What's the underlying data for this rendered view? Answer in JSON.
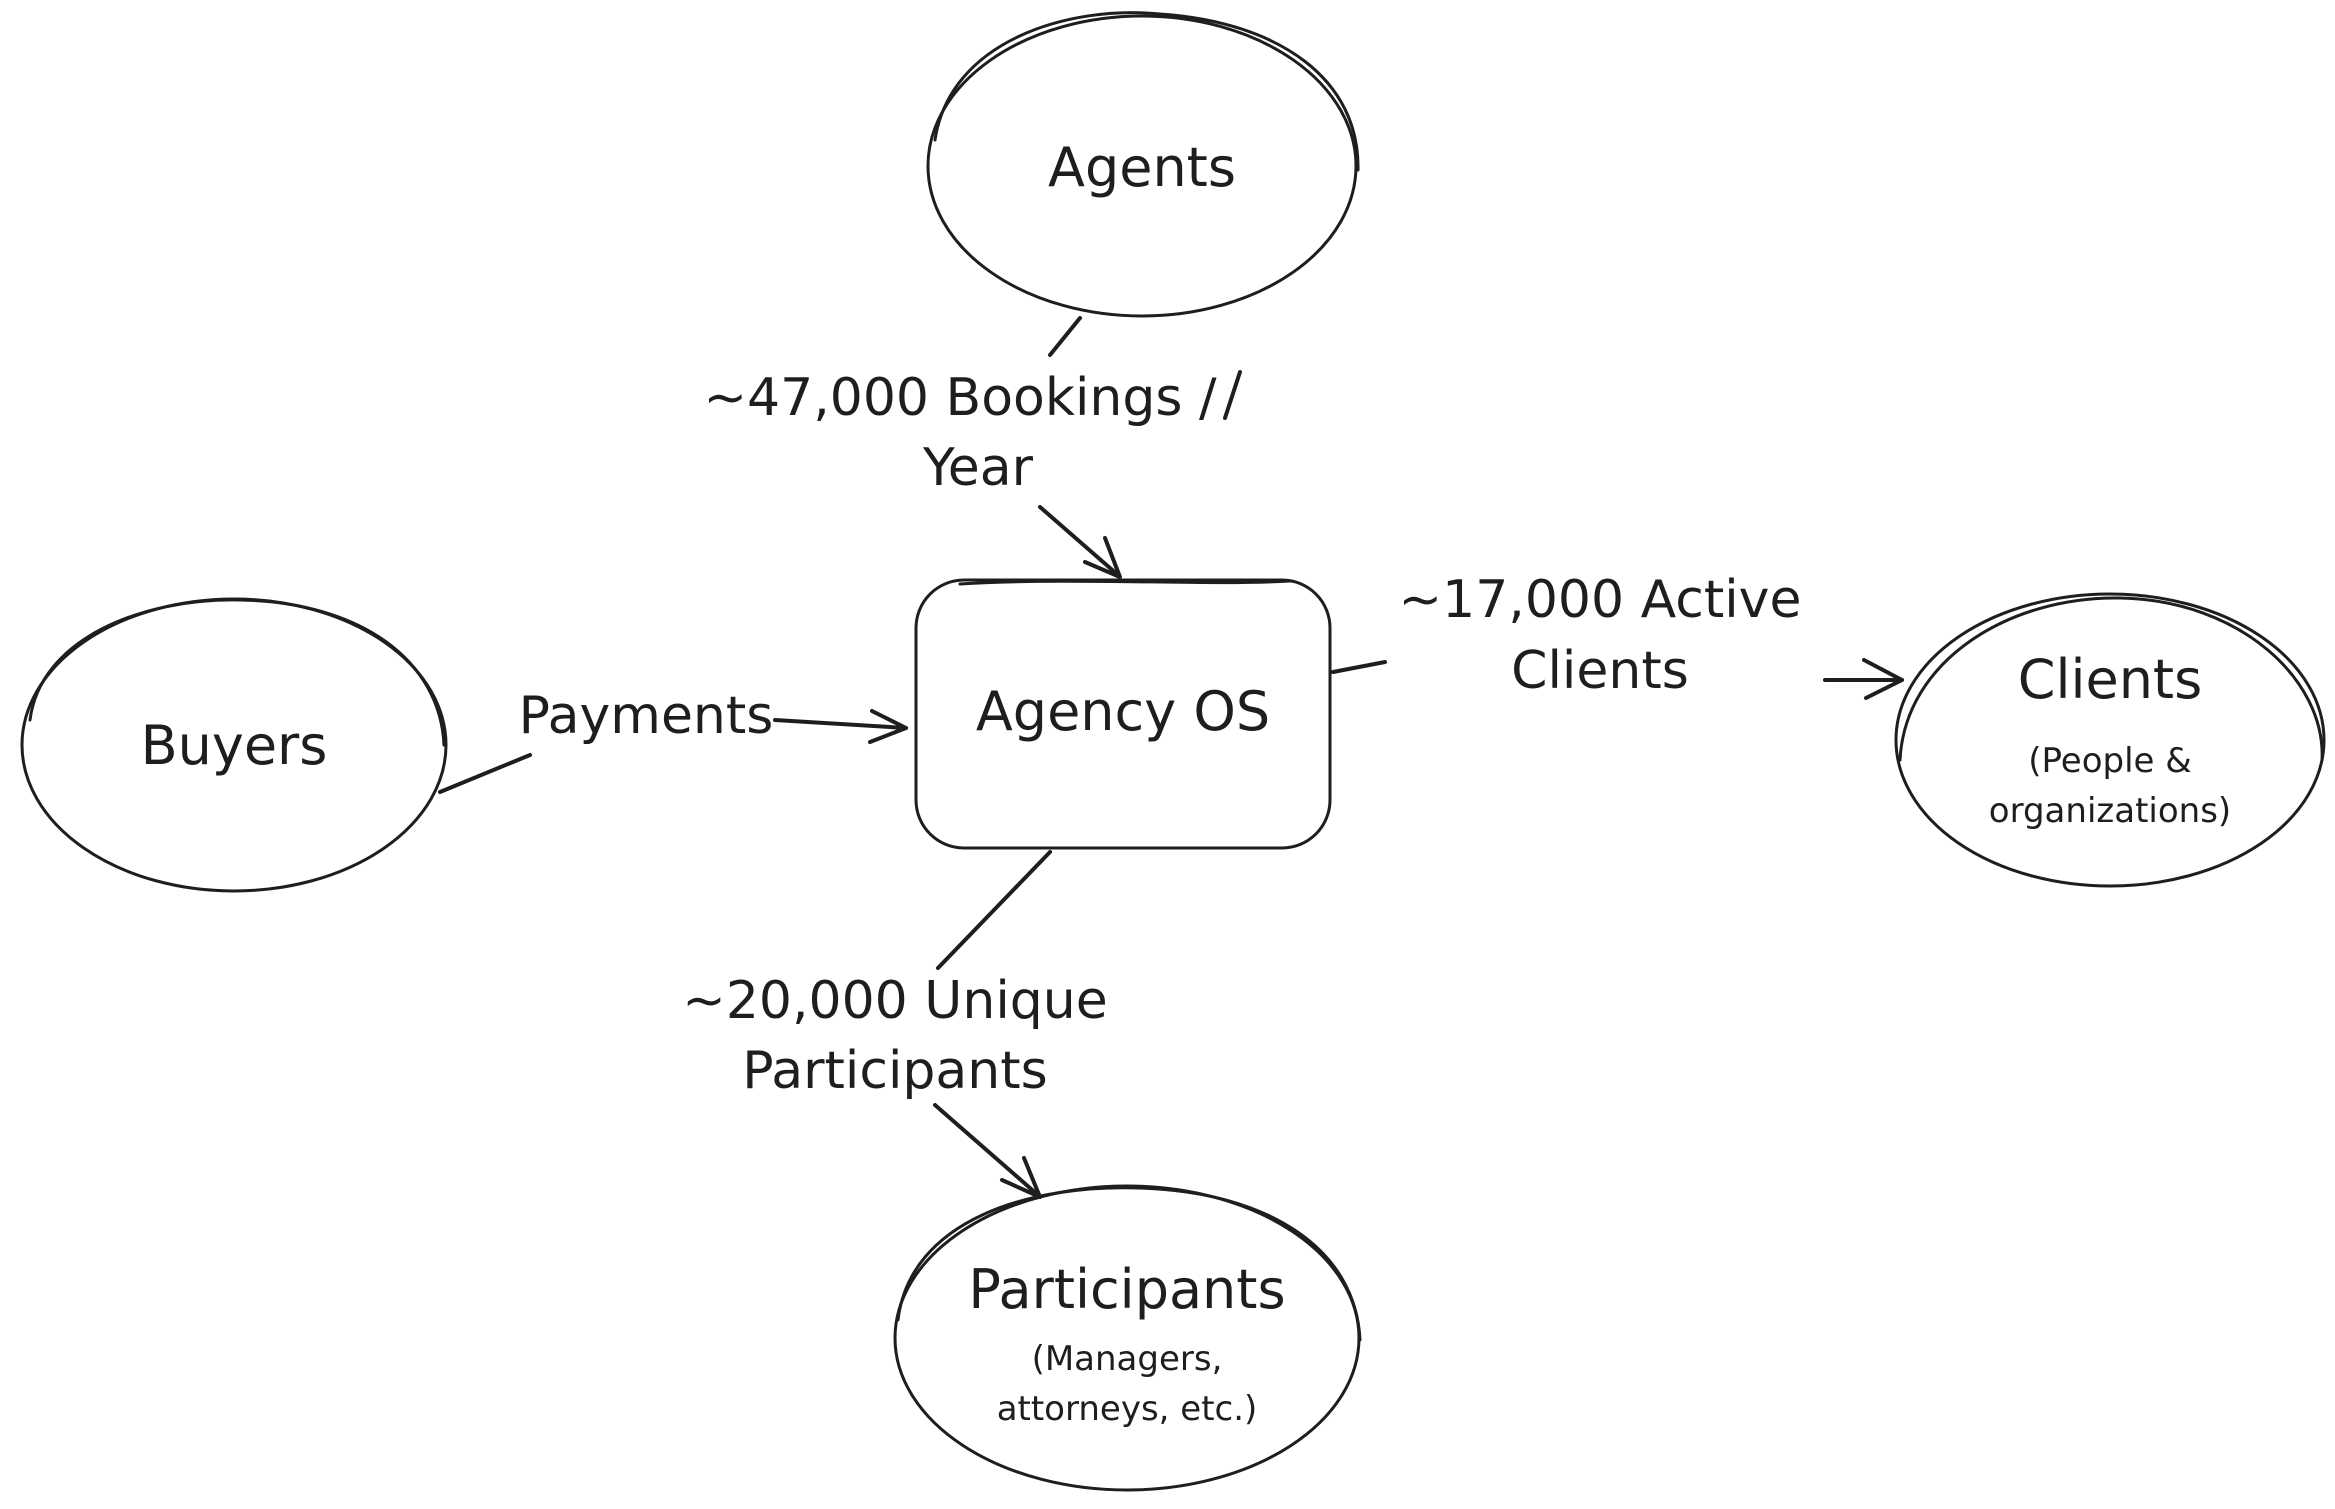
{
  "nodes": {
    "agents": {
      "title": "Agents"
    },
    "agency_os": {
      "title": "Agency OS"
    },
    "buyers": {
      "title": "Buyers"
    },
    "clients": {
      "title": "Clients",
      "subtitle": "(People &",
      "subtitle2": "organizations)"
    },
    "participants": {
      "title": "Participants",
      "subtitle": "(Managers,",
      "subtitle2": "attorneys, etc.)"
    }
  },
  "edges": {
    "agents_to_os": {
      "line1": "~47,000 Bookings /",
      "line2": "Year"
    },
    "buyers_to_os": {
      "line1": "Payments"
    },
    "os_to_clients": {
      "line1": "~17,000 Active",
      "line2": "Clients"
    },
    "os_to_participants": {
      "line1": "~20,000 Unique",
      "line2": "Participants"
    }
  }
}
